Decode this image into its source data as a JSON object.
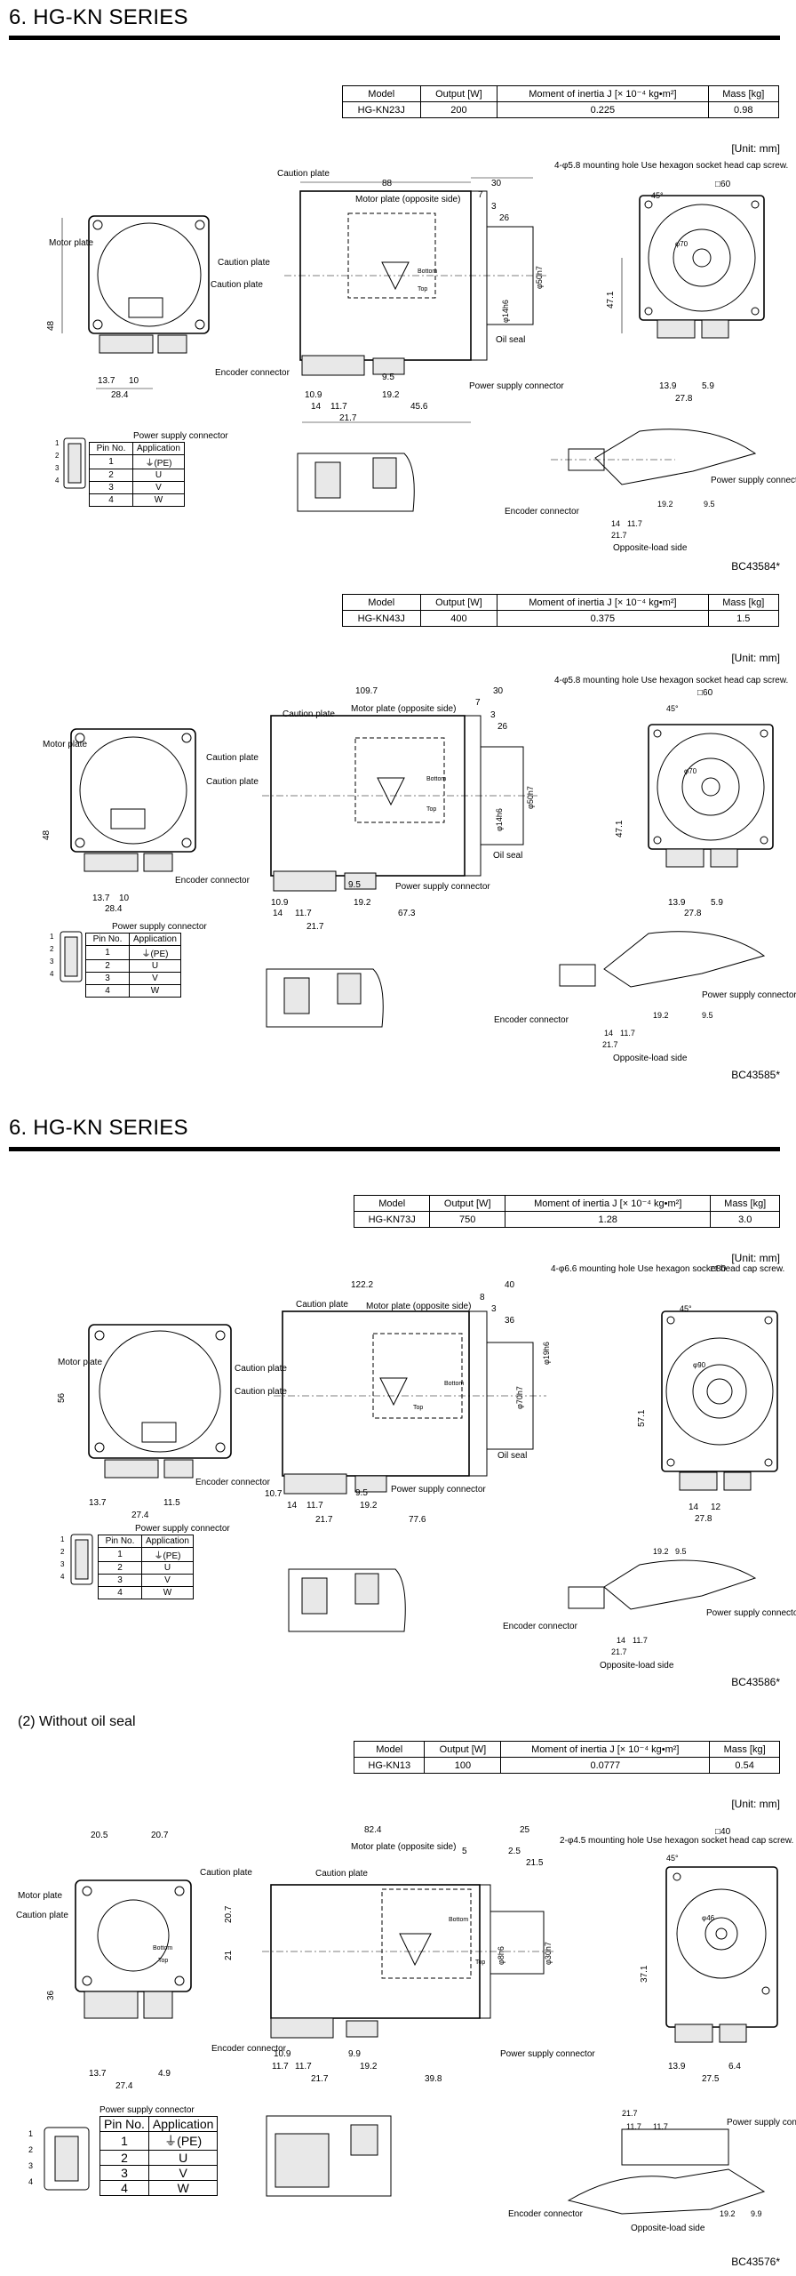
{
  "section_title": "6. HG-KN SERIES",
  "unit_label": "[Unit: mm]",
  "spec_headers": [
    "Model",
    "Output [W]",
    "Moment of inertia J [× 10⁻⁴ kg•m²]",
    "Mass [kg]"
  ],
  "pin_table": {
    "caption": "Power supply connector",
    "headers": [
      "Pin No.",
      "Application"
    ],
    "rows": [
      [
        "1",
        "⏚(PE)"
      ],
      [
        "2",
        "U"
      ],
      [
        "3",
        "V"
      ],
      [
        "4",
        "W"
      ]
    ]
  },
  "labels": {
    "motor_plate": "Motor plate",
    "caution_plate": "Caution plate",
    "motor_plate_opposite": "Motor plate (opposite side)",
    "encoder_connector": "Encoder connector",
    "power_supply_connector": "Power supply connector",
    "oil_seal": "Oil seal",
    "opposite_load_side": "Opposite-load side",
    "bottom": "Bottom",
    "top": "Top",
    "mount_58": "4-φ5.8 mounting hole Use hexagon socket head cap screw.",
    "mount_66": "4-φ6.6 mounting hole Use hexagon socket head cap screw.",
    "mount_45": "2-φ4.5 mounting hole Use hexagon socket head cap screw."
  },
  "models": [
    {
      "model": "HG-KN23J",
      "output": "200",
      "inertia": "0.225",
      "mass": "0.98",
      "code": "BC43584*",
      "dims": {
        "len": "88",
        "flange": "30",
        "d7": "7",
        "d3": "3",
        "d26": "26",
        "sq": "□60",
        "h48": "48",
        "h471": "47.1",
        "a137": "13.7",
        "a10": "10",
        "a284": "28.4",
        "b109": "10.9",
        "b14": "14",
        "b117": "11.7",
        "b217": "21.7",
        "b95": "9.5",
        "b192": "19.2",
        "b456": "45.6",
        "c139": "13.9",
        "c59": "5.9",
        "c278": "27.8",
        "shaft1": "φ50h7",
        "shaft2": "φ14h6",
        "ang": "45°",
        "d70": "φ70"
      }
    },
    {
      "model": "HG-KN43J",
      "output": "400",
      "inertia": "0.375",
      "mass": "1.5",
      "code": "BC43585*",
      "dims": {
        "len": "109.7",
        "flange": "30",
        "d7": "7",
        "d3": "3",
        "d26": "26",
        "sq": "□60",
        "h48": "48",
        "h471": "47.1",
        "a137": "13.7",
        "a10": "10",
        "a284": "28.4",
        "b109": "10.9",
        "b14": "14",
        "b117": "11.7",
        "b217": "21.7",
        "b95": "9.5",
        "b192": "19.2",
        "b456": "67.3",
        "c139": "13.9",
        "c59": "5.9",
        "c278": "27.8",
        "shaft1": "φ50h7",
        "shaft2": "φ14h6",
        "ang": "45°",
        "d70": "φ70"
      }
    },
    {
      "model": "HG-KN73J",
      "output": "750",
      "inertia": "1.28",
      "mass": "3.0",
      "code": "BC43586*",
      "dims": {
        "len": "122.2",
        "flange": "40",
        "d7": "8",
        "d3": "3",
        "d26": "36",
        "sq": "□80",
        "h48": "56",
        "h471": "57.1",
        "a137": "13.7",
        "a10": "11.5",
        "a284": "27.4",
        "b109": "10.7",
        "b14": "14",
        "b117": "11.7",
        "b217": "21.7",
        "b95": "9.5",
        "b192": "19.2",
        "b456": "77.6",
        "c139": "14",
        "c59": "12",
        "c278": "27.8",
        "shaft1": "φ70h7",
        "shaft2": "φ19h6",
        "ang": "45°",
        "d70": "φ90"
      }
    }
  ],
  "without_oil_seal": {
    "subtitle": "(2)  Without oil seal",
    "model": "HG-KN13",
    "output": "100",
    "inertia": "0.0777",
    "mass": "0.54",
    "code": "BC43576*",
    "dims": {
      "a205": "20.5",
      "a207": "20.7",
      "h207": "20.7",
      "h21": "21",
      "h36": "36",
      "len": "82.4",
      "l25": "25",
      "l5": "5",
      "l25b": "2.5",
      "l215": "21.5",
      "a137": "13.7",
      "a49": "4.9",
      "a274": "27.4",
      "b109": "10.9",
      "b117": "11.7",
      "b117b": "11.7",
      "b99": "9.9",
      "b192": "19.2",
      "b217": "21.7",
      "b398": "39.8",
      "sq": "□40",
      "h371": "37.1",
      "c139": "13.9",
      "c64": "6.4",
      "c275": "27.5",
      "shaft1": "φ30h7",
      "shaft2": "φ8h6",
      "d46": "φ46",
      "ang": "45°",
      "e217": "21.7",
      "e117": "11.7",
      "e117b": "11.7",
      "e192": "19.2",
      "e99": "9.9"
    }
  }
}
